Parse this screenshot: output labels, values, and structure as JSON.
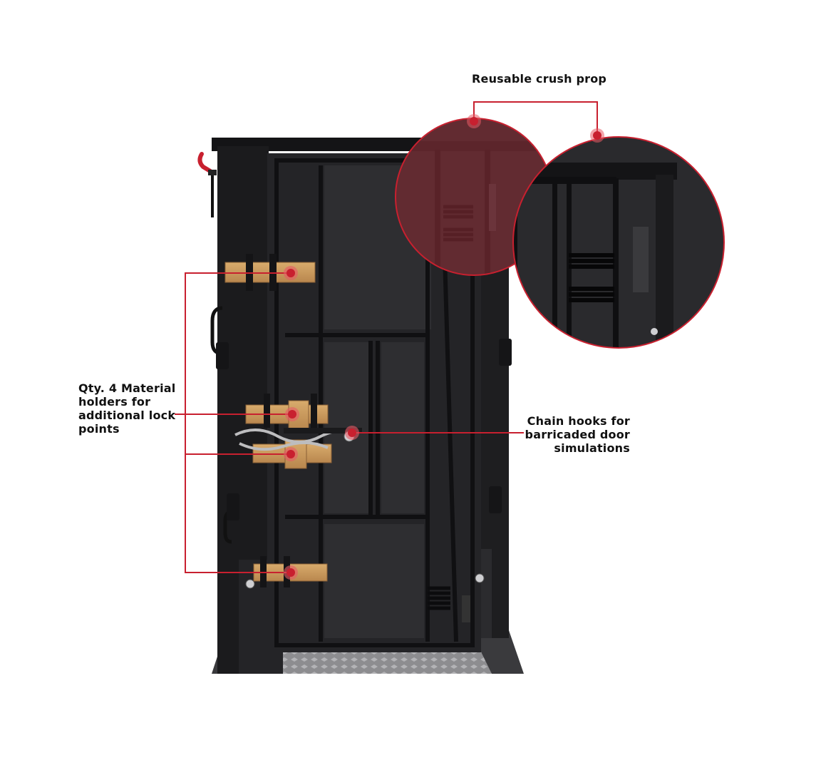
{
  "callouts": {
    "crush_prop": {
      "lines": [
        "Reusable crush prop"
      ]
    },
    "material_holders": {
      "lines": [
        "Qty. 4 Material",
        "holders for",
        "additional lock",
        "points"
      ]
    },
    "chain_hooks": {
      "lines": [
        "Chain hooks for",
        "barricaded door",
        "simulations"
      ]
    }
  },
  "colors": {
    "accent": "#c8202f",
    "frame": "#1c1c1e",
    "panel": "#2a2a2d",
    "wood": "#c99a5e",
    "chain": "#b8b8b8",
    "floor": "#9a9a9a",
    "highlight": "#e8a6ab"
  }
}
